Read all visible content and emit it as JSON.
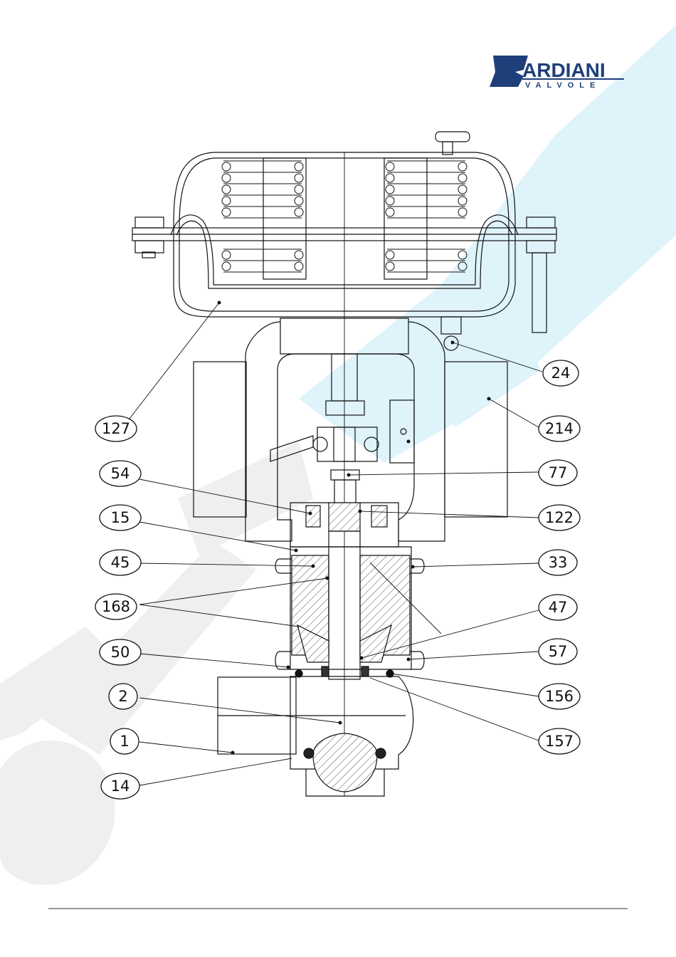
{
  "brand": {
    "name_tail": "ARDIANI",
    "subtitle": "VALVOLE",
    "logo_color": "#1f3f7a",
    "watermark_color": "#dff3fb"
  },
  "callouts": [
    {
      "id": "c127",
      "label": "127"
    },
    {
      "id": "c54",
      "label": "54"
    },
    {
      "id": "c15",
      "label": "15"
    },
    {
      "id": "c45",
      "label": "45"
    },
    {
      "id": "c168",
      "label": "168"
    },
    {
      "id": "c50",
      "label": "50"
    },
    {
      "id": "c2",
      "label": "2"
    },
    {
      "id": "c1",
      "label": "1"
    },
    {
      "id": "c14",
      "label": "14"
    },
    {
      "id": "c24",
      "label": "24"
    },
    {
      "id": "c214",
      "label": "214"
    },
    {
      "id": "c77",
      "label": "77"
    },
    {
      "id": "c122",
      "label": "122"
    },
    {
      "id": "c33",
      "label": "33"
    },
    {
      "id": "c47",
      "label": "47"
    },
    {
      "id": "c57",
      "label": "57"
    },
    {
      "id": "c156",
      "label": "156"
    },
    {
      "id": "c157",
      "label": "157"
    }
  ]
}
